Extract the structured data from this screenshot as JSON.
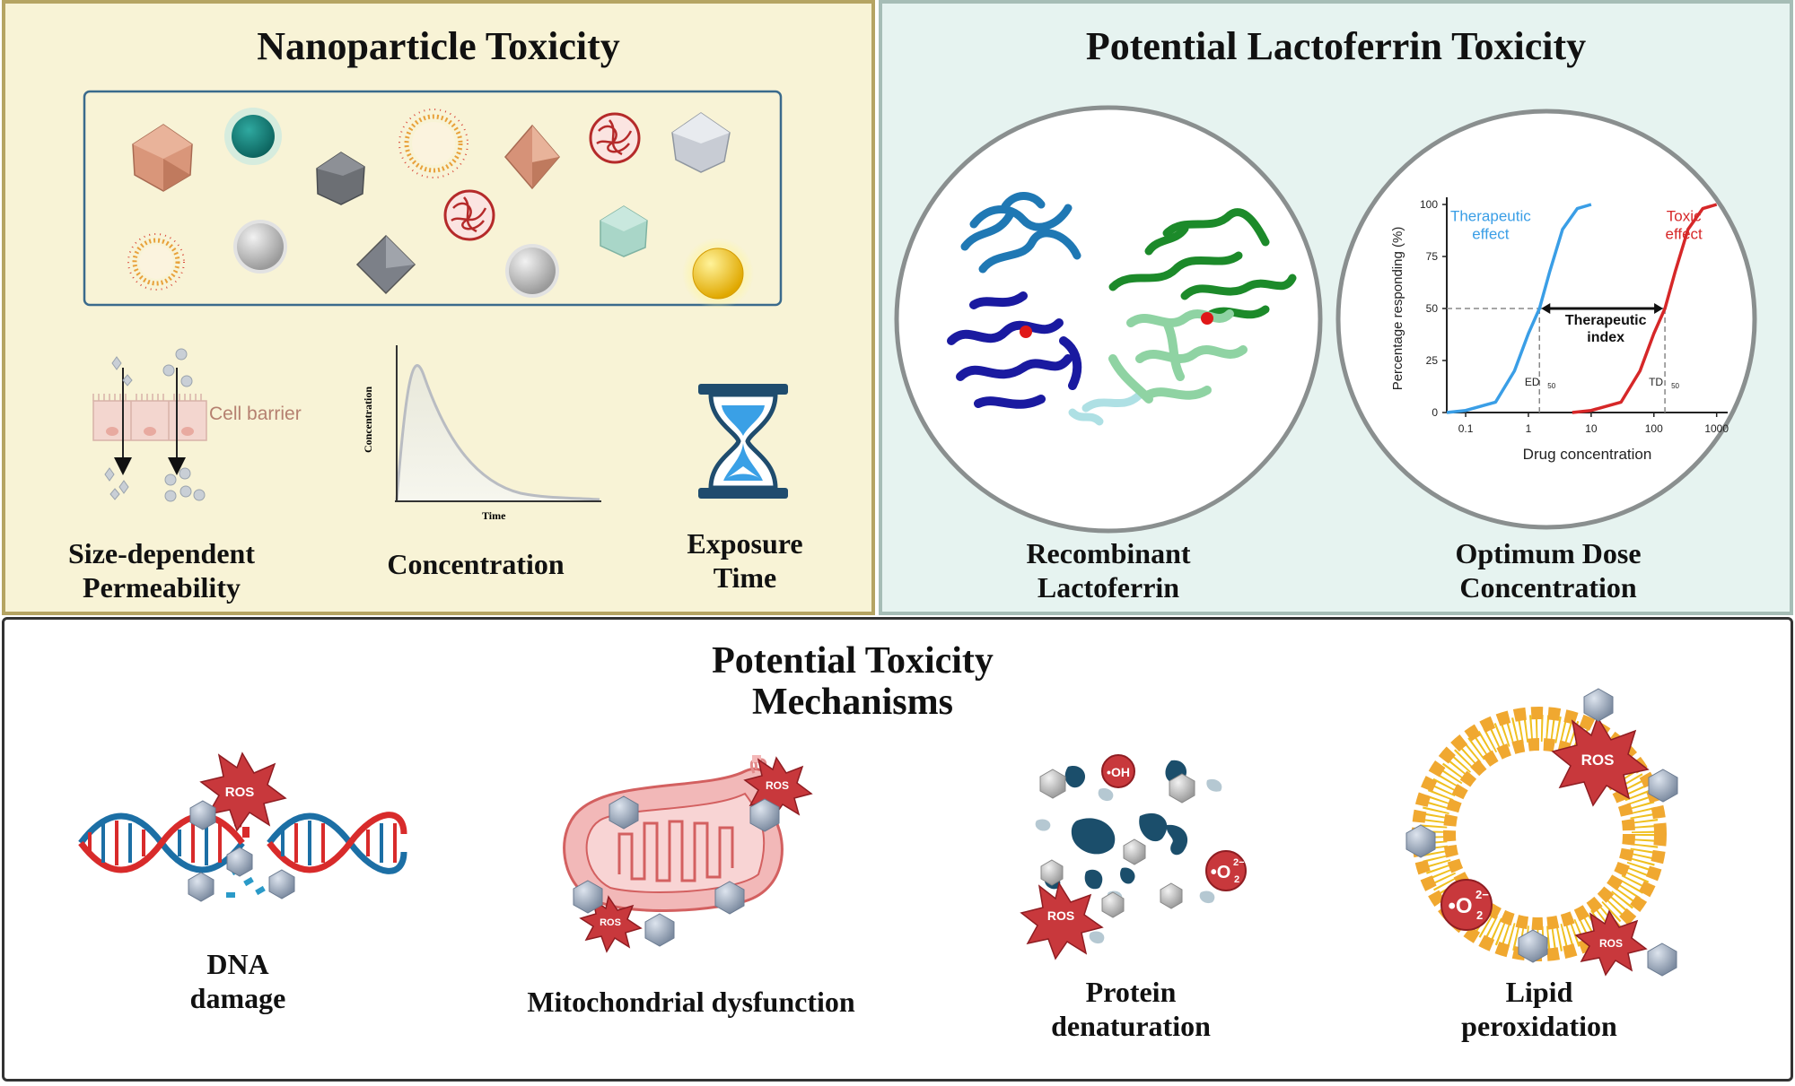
{
  "nanoparticle": {
    "title": "Nanoparticle Toxicity",
    "cell_barrier_label": "Cell barrier",
    "curve_ylabel": "Concentration",
    "curve_xlabel": "Time",
    "labels": {
      "size": "Size-dependent\nPermeability",
      "concentration": "Concentration",
      "exposure": "Exposure\nTime"
    }
  },
  "lactoferrin": {
    "title": "Potential Lactoferrin Toxicity",
    "labels": {
      "recombinant": "Recombinant\nLactoferrin",
      "optimum": "Optimum Dose\nConcentration"
    }
  },
  "mechanisms": {
    "title": "Potential Toxicity\nMechanisms",
    "labels": {
      "dna": "DNA\ndamage",
      "mito": "Mitochondrial dysfunction",
      "protein": "Protein\ndenaturation",
      "lipid": "Lipid\nperoxidation"
    },
    "ros": "ROS",
    "oh": "•OH",
    "o2": "•O",
    "o2_sub": "2",
    "o2_sup": "2−"
  },
  "chart_data": {
    "type": "line",
    "xlabel": "Drug concentration",
    "ylabel": "Percentage responding (%)",
    "xscale": "log",
    "xticks": [
      "0.1",
      "1",
      "10",
      "100",
      "1000"
    ],
    "yticks": [
      "0",
      "25",
      "50",
      "75",
      "100"
    ],
    "ylim": [
      0,
      100
    ],
    "xlim": [
      0.05,
      1500
    ],
    "series": [
      {
        "name": "Therapeutic\neffect",
        "color": "#3a9ee6",
        "ed50": 1.5,
        "x": [
          0.05,
          0.1,
          0.3,
          0.6,
          1.0,
          1.5,
          2.2,
          3.5,
          6,
          10
        ],
        "y": [
          0,
          1,
          5,
          20,
          38,
          50,
          68,
          88,
          98,
          100
        ]
      },
      {
        "name": "Toxic\neffect",
        "color": "#d62728",
        "td50": 150,
        "x": [
          5,
          10,
          30,
          60,
          100,
          150,
          220,
          350,
          600,
          1000
        ],
        "y": [
          0,
          1,
          5,
          20,
          38,
          50,
          68,
          88,
          98,
          100
        ]
      }
    ],
    "annotations": {
      "therapeutic_index": "Therapeutic\nindex",
      "ed": "ED",
      "ed_sub": "50",
      "td": "TD",
      "td_sub": "50"
    }
  },
  "colors": {
    "np_bg": "#f8f3d6",
    "lf_bg": "#e6f3f0",
    "ros_red": "#c8383c",
    "dna_blue": "#1c6fa5",
    "dna_red": "#d82b2b",
    "np_grey": "#9aa6b4",
    "lipid_orange": "#f0a830"
  }
}
